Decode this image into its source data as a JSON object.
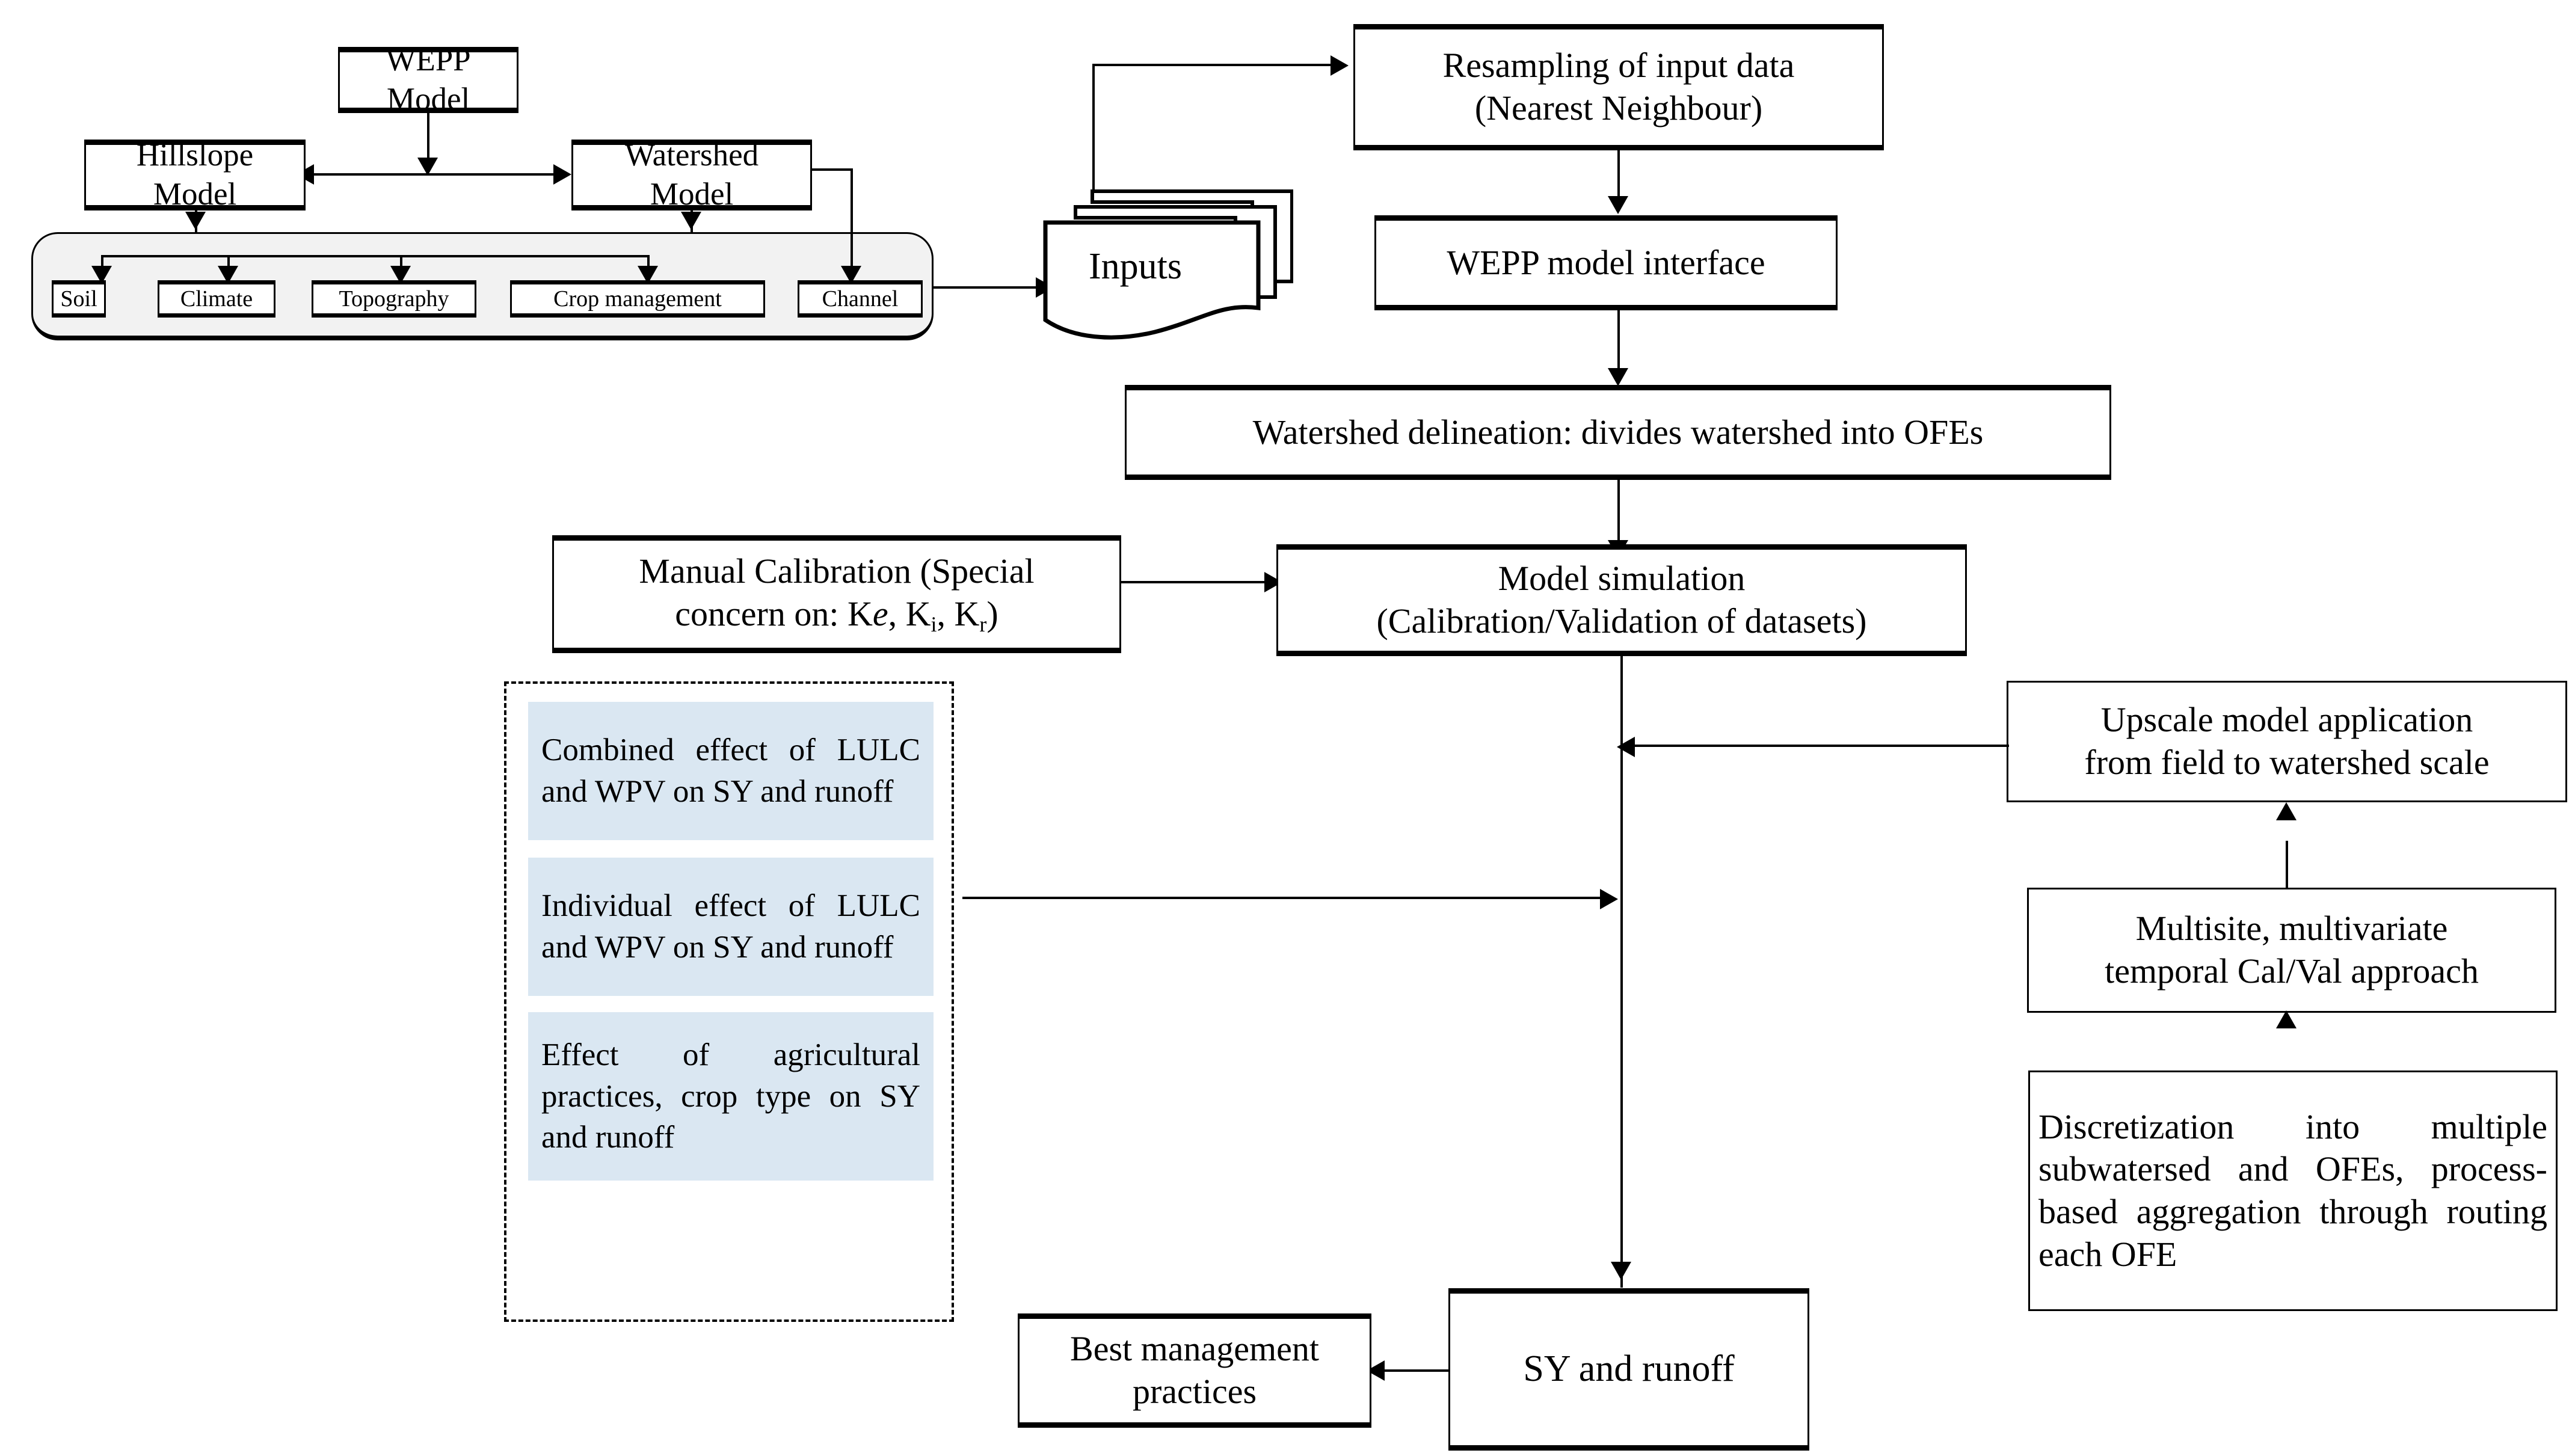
{
  "diagram": {
    "title": "WEPP model application flowchart",
    "colors": {
      "blue_fill": "#dae7f2",
      "panel_fill": "#f2f2f2",
      "stroke": "#000000",
      "background": "#ffffff"
    }
  },
  "model_hierarchy": {
    "root": "WEPP Model",
    "hillslope": "Hillslope Model",
    "watershed": "Watershed Model"
  },
  "input_tokens": [
    {
      "label": "Soil"
    },
    {
      "label": "Climate"
    },
    {
      "label": "Topography"
    },
    {
      "label": "Crop management"
    },
    {
      "label": "Channel"
    }
  ],
  "inputs_document": {
    "label": "Inputs"
  },
  "process": {
    "resampling_line1": "Resampling  of input data",
    "resampling_line2": "(Nearest Neighbour)",
    "interface": "WEPP model interface",
    "delineation": "Watershed delineation:  divides  watershed  into  OFEs",
    "calibration_line1": "Manual Calibration (Special",
    "calibration_line2_prefix": "concern on: K",
    "calibration_k_e": "e",
    "calibration_line2_mid": ", K",
    "calibration_k_i": "i",
    "calibration_line2_mid2": ", K",
    "calibration_k_r": "r",
    "calibration_line2_suffix": ")",
    "simulation_line1": "Model simulation",
    "simulation_line2": "(Calibration/Validation of datasets)"
  },
  "scenarios": [
    {
      "text": "Combined effect of LULC and WPV on SY and runoff"
    },
    {
      "text": "Individual effect of LULC and WPV on SY and runoff"
    },
    {
      "text": "Effect of agricultural practices, crop type on SY and runoff"
    }
  ],
  "upscaling": {
    "upscale_line1": "Upscale model application",
    "upscale_line2": "from field to watershed scale",
    "multisite_line1": "Multisite, multivariate",
    "multisite_line2": "temporal Cal/Val approach",
    "discretization": "Discretization into multiple subwatersed and OFEs, process-based aggregation through routing each OFE"
  },
  "outputs": {
    "sy_runoff": "SY and runoff",
    "bmp_line1": "Best management",
    "bmp_line2": "practices"
  }
}
